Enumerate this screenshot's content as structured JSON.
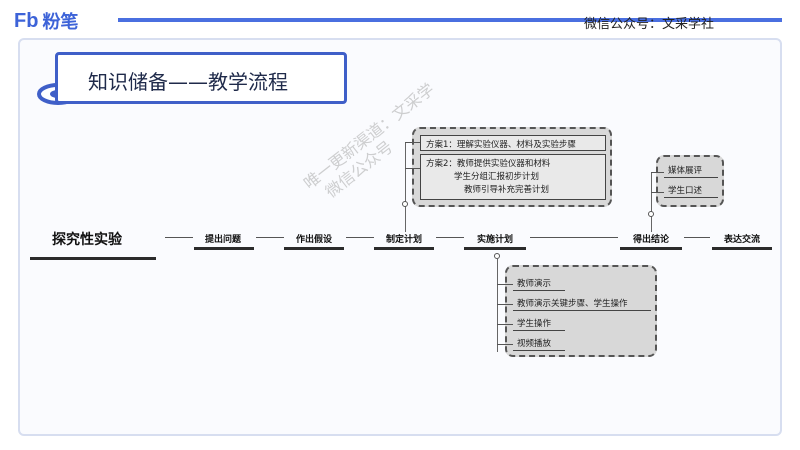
{
  "brand": {
    "logo_mark": "Fb",
    "name": "粉笔"
  },
  "header": {
    "wechat_credit": "微信公众号：文采学社"
  },
  "section": {
    "title": "知识储备——教学流程"
  },
  "flow": {
    "root": "探究性实验",
    "stages": [
      "提出问题",
      "作出假设",
      "制定计划",
      "实施计划",
      "得出结论",
      "表达交流"
    ]
  },
  "plan_details": {
    "option1": "方案1：理解实验仪器、材料及实验步骤",
    "option2_lines": [
      "方案2：教师提供实验仪器和材料",
      "学生分组汇报初步计划",
      "教师引导补充完善计划"
    ]
  },
  "implementation_details": [
    "教师演示",
    "教师演示关键步骤、学生操作",
    "学生操作",
    "视频播放"
  ],
  "conclusion_details": [
    "媒体展评",
    "学生口述"
  ],
  "watermark": {
    "line1": "唯一更新渠道：文采学",
    "line2": "微信公众号"
  },
  "colors": {
    "accent": "#3f5fc8",
    "brand": "#3d63d8",
    "box_fill": "#d8d8d8"
  }
}
